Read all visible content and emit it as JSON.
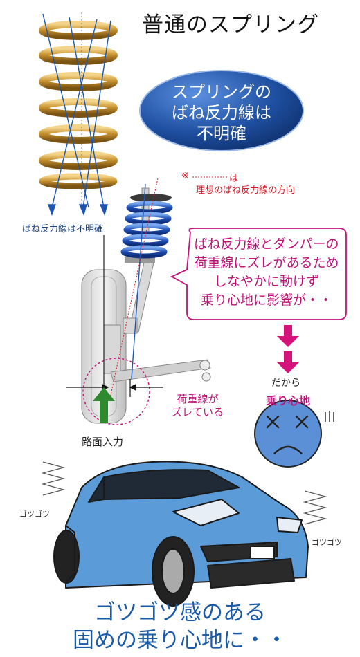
{
  "title": "普通のスプリング",
  "oval_text": [
    "スプリングの",
    "ばね反力線は",
    "不明確"
  ],
  "ideal_note": {
    "mark": "※",
    "suffix": "は",
    "line2": "理想のばね反力線の方向"
  },
  "spring_reaction_label": "ばね反力線は不明確",
  "callout": [
    "ばね反力線とダンパーの",
    "荷重線にズレがあるため",
    "しなやかに動けず",
    "乗り心地に影響が・・"
  ],
  "dakara": "だから",
  "ride_label": "乗り心地",
  "load_shift_label": [
    "荷重線が",
    "ズレている"
  ],
  "road_input": "路面入力",
  "gotsu_left": "ゴツゴツ",
  "gotsu_right": "ゴツゴツ",
  "bottom_text": [
    "ゴツゴツ感のある",
    "固めの乗り心地に・・"
  ],
  "colors": {
    "spring_gold": "#c8922e",
    "oval_blue": "#1e4fa0",
    "callout_pink": "#c2127a",
    "car_blue": "#5b9bd8",
    "arrow_magenta": "#d4147a",
    "arrow_green": "#2f8a2f",
    "face_blue": "#5b8fd6"
  }
}
